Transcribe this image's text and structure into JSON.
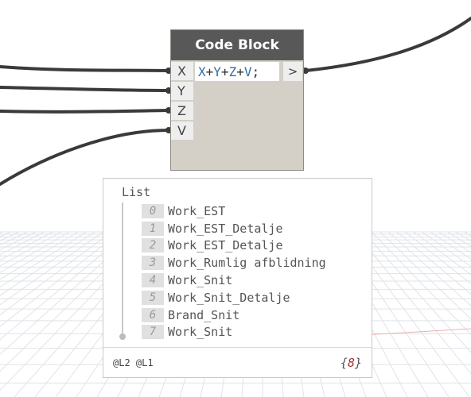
{
  "node": {
    "title": "Code Block",
    "inputs": [
      "X",
      "Y",
      "Z",
      "V"
    ],
    "code": [
      {
        "t": "X",
        "k": "var"
      },
      {
        "t": "+",
        "k": "op"
      },
      {
        "t": "Y",
        "k": "var"
      },
      {
        "t": "+",
        "k": "op"
      },
      {
        "t": "Z",
        "k": "var"
      },
      {
        "t": "+",
        "k": "op"
      },
      {
        "t": "V",
        "k": "var"
      },
      {
        "t": ";",
        "k": "op"
      }
    ],
    "output": ">"
  },
  "preview": {
    "title": "List",
    "items": [
      {
        "index": "0",
        "value": "Work_EST"
      },
      {
        "index": "1",
        "value": "Work_EST_Detalje"
      },
      {
        "index": "2",
        "value": "Work_EST_Detalje"
      },
      {
        "index": "3",
        "value": "Work_Rumlig afblidning"
      },
      {
        "index": "4",
        "value": "Work_Snit"
      },
      {
        "index": "5",
        "value": "Work_Snit_Detalje"
      },
      {
        "index": "6",
        "value": "Brand_Snit"
      },
      {
        "index": "7",
        "value": "Work_Snit"
      }
    ],
    "levels": "@L2 @L1",
    "count": "8",
    "count_open": "{",
    "count_close": "}"
  },
  "colors": {
    "node_header": "#585858",
    "node_body": "#d4d0c8",
    "code_variable": "#2f6fa8",
    "wire": "#3a3a3a",
    "count_number": "#a0302a"
  }
}
